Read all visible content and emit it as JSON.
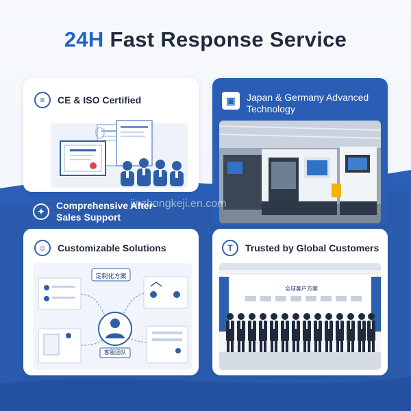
{
  "header": {
    "title_accent": "24H",
    "title_rest": "Fast Response Service"
  },
  "cards": {
    "certified": {
      "title": "CE & ISO Certified",
      "icon": "shield-layers-icon"
    },
    "technology": {
      "title": "Japan & Germany Advanced Technology",
      "icon": "machine-icon"
    },
    "support": {
      "title": "Comprehensive After-Sales Support",
      "icon": "handshake-icon"
    },
    "custom": {
      "title": "Customizable Solutions",
      "icon": "user-pin-icon",
      "diagram_label": "定制化方案",
      "team_label": "客服团队"
    },
    "global": {
      "title": "Trusted by Global Customers",
      "icon": "trophy-icon",
      "banner_label": "全球客户方案"
    }
  },
  "watermark": "jinzhongkeji.en.com",
  "colors": {
    "primary_blue": "#1f63c6",
    "dark_text": "#1f2a3c",
    "wave_blue": "#2a5db4"
  }
}
